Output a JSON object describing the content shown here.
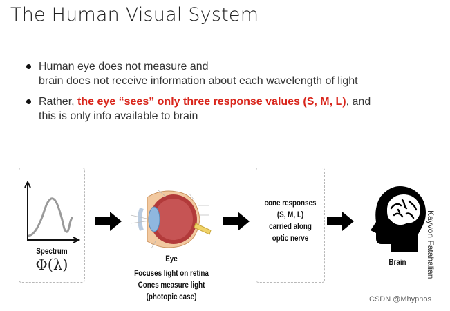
{
  "slide": {
    "title": "The Human Visual System",
    "bullet1_line1": "Human eye does not measure and",
    "bullet1_line2": "brain does not receive information about each wavelength of light",
    "bullet2_prefix": "Rather, ",
    "bullet2_highlight": "the eye “sees” only three response values (S, M, L)",
    "bullet2_suffix": ", and",
    "bullet2_line2": "this is only info available to brain"
  },
  "diagram": {
    "spectrum_label": "Spectrum",
    "spectrum_symbol": "Φ(λ)",
    "eye_label": "Eye",
    "eye_desc_line1": "Focuses light on retina",
    "eye_desc_line2": "Cones measure light",
    "eye_desc_line3": "(photopic case)",
    "cone_line1": "cone responses",
    "cone_line2": "(S, M, L)",
    "cone_line3": "carried along",
    "cone_line4": "optic nerve",
    "brain_label": "Brain"
  },
  "credit": "Kayvon Fatahalian",
  "watermark": "CSDN @Mhypnos",
  "colors": {
    "highlight": "#d9261c",
    "arrow": "#000000"
  }
}
